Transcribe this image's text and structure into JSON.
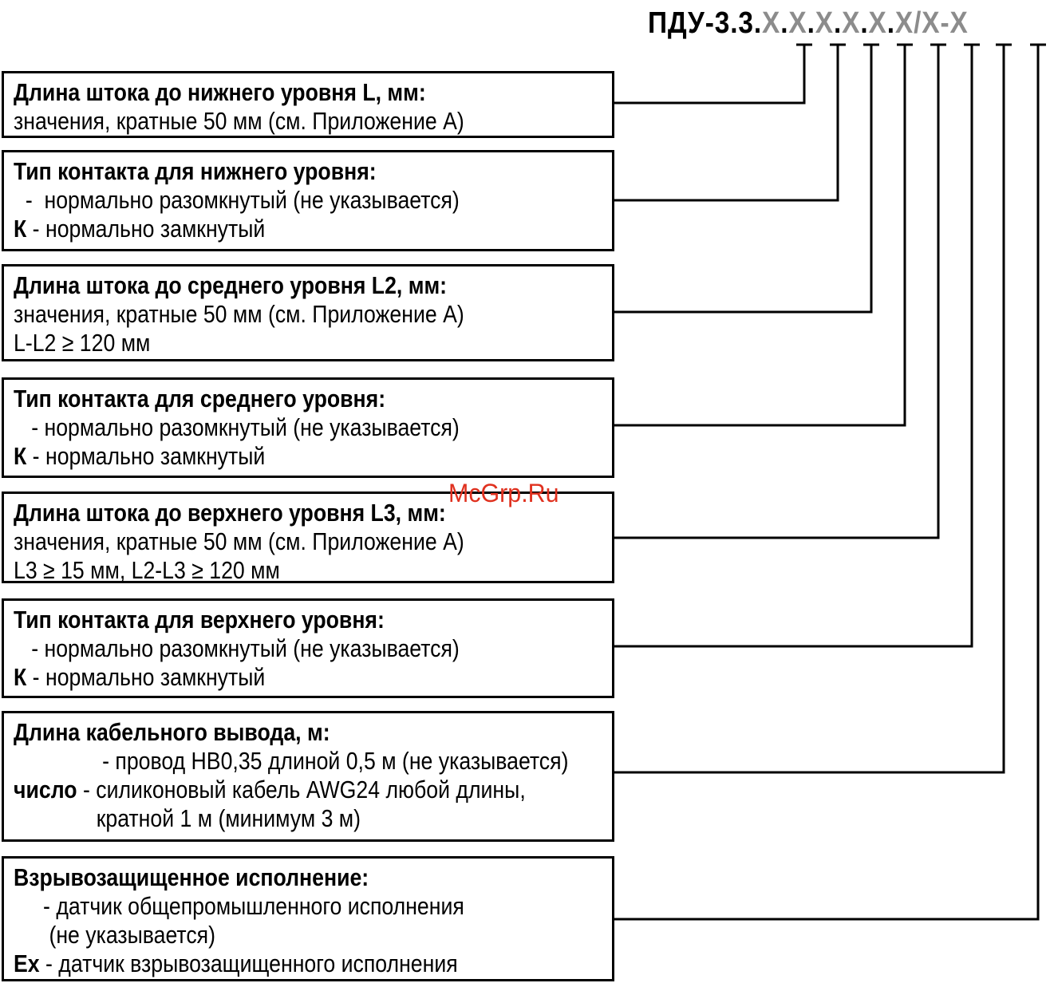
{
  "code": {
    "prefix": "ПДУ-3.3.",
    "segments": [
      "X",
      ".",
      "X",
      ".",
      "X",
      ".",
      "X",
      ".",
      "X",
      ".",
      "X",
      "/",
      "X",
      "-",
      "X"
    ]
  },
  "boxes": [
    {
      "title": "Длина штока до нижнего уровня L, мм:",
      "lines": [
        {
          "key": "",
          "text": "значения, кратные 50 мм (см. Приложение А)"
        }
      ]
    },
    {
      "title": "Тип контакта для нижнего уровня:",
      "lines": [
        {
          "key": "",
          "text": "  -  нормально разомкнутый (не указывается)"
        },
        {
          "key": "К",
          "text": " - нормально замкнутый"
        }
      ]
    },
    {
      "title": "Длина штока до среднего уровня L2, мм:",
      "lines": [
        {
          "key": "",
          "text": "значения, кратные 50 мм (см. Приложение А)"
        },
        {
          "key": "",
          "text": "L-L2 ≥ 120 мм"
        }
      ]
    },
    {
      "title": "Тип контакта для среднего уровня:",
      "lines": [
        {
          "key": "",
          "text": "   - нормально разомкнутый (не указывается)"
        },
        {
          "key": "К",
          "text": " - нормально замкнутый"
        }
      ]
    },
    {
      "title": "Длина штока до верхнего уровня L3, мм:",
      "lines": [
        {
          "key": "",
          "text": "значения, кратные 50 мм (см. Приложение А)"
        },
        {
          "key": "",
          "text": "L3 ≥ 15 мм, L2-L3 ≥ 120 мм"
        }
      ]
    },
    {
      "title": "Тип контакта для верхнего уровня:",
      "lines": [
        {
          "key": "",
          "text": "   - нормально разомкнутый (не указывается)"
        },
        {
          "key": "К",
          "text": " - нормально замкнутый"
        }
      ]
    },
    {
      "title": "Длина кабельного вывода, м:",
      "lines": [
        {
          "key": "",
          "text": "               - провод НВ0,35 длиной 0,5 м (не указывается)"
        },
        {
          "key": "число",
          "text": " - силиконовый кабель AWG24 любой длины,"
        },
        {
          "key": "",
          "text": "              кратной 1 м (минимум 3 м)"
        }
      ]
    },
    {
      "title": "Взрывозащищенное исполнение:",
      "lines": [
        {
          "key": "",
          "text": "     - датчик общепромышленного исполнения"
        },
        {
          "key": "",
          "text": "      (не указывается)"
        },
        {
          "key": "Ex",
          "text": " - датчик взрывозащищенного исполнения"
        }
      ]
    }
  ],
  "watermark": "McGrp.Ru",
  "colors": {
    "line": "#000000",
    "placeholder": "#8c8c8c",
    "watermark": "#e0311f"
  }
}
